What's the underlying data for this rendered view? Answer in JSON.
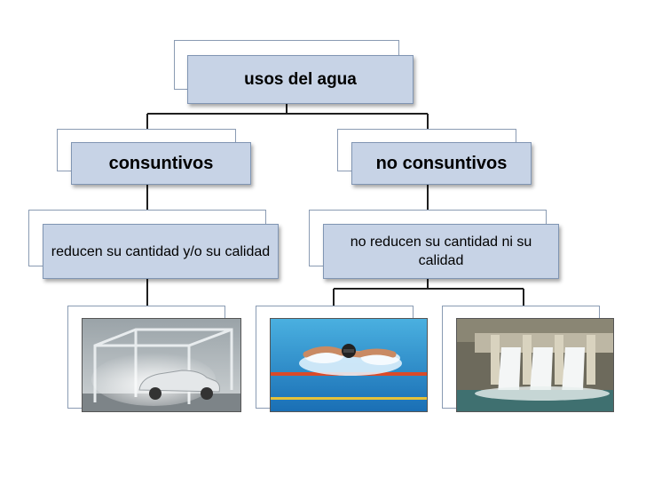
{
  "root": {
    "label": "usos del agua"
  },
  "branches": [
    {
      "label": "consuntivos",
      "description": "reducen su cantidad y/o su calidad",
      "images": [
        "car-wash-photo"
      ]
    },
    {
      "label": "no consuntivos",
      "description": "no reducen su cantidad ni su calidad",
      "images": [
        "swimmer-photo",
        "dam-photo"
      ]
    }
  ],
  "colors": {
    "node_fill": "#c7d3e6",
    "node_border": "#8095b3",
    "line": "#1f1f1f"
  }
}
